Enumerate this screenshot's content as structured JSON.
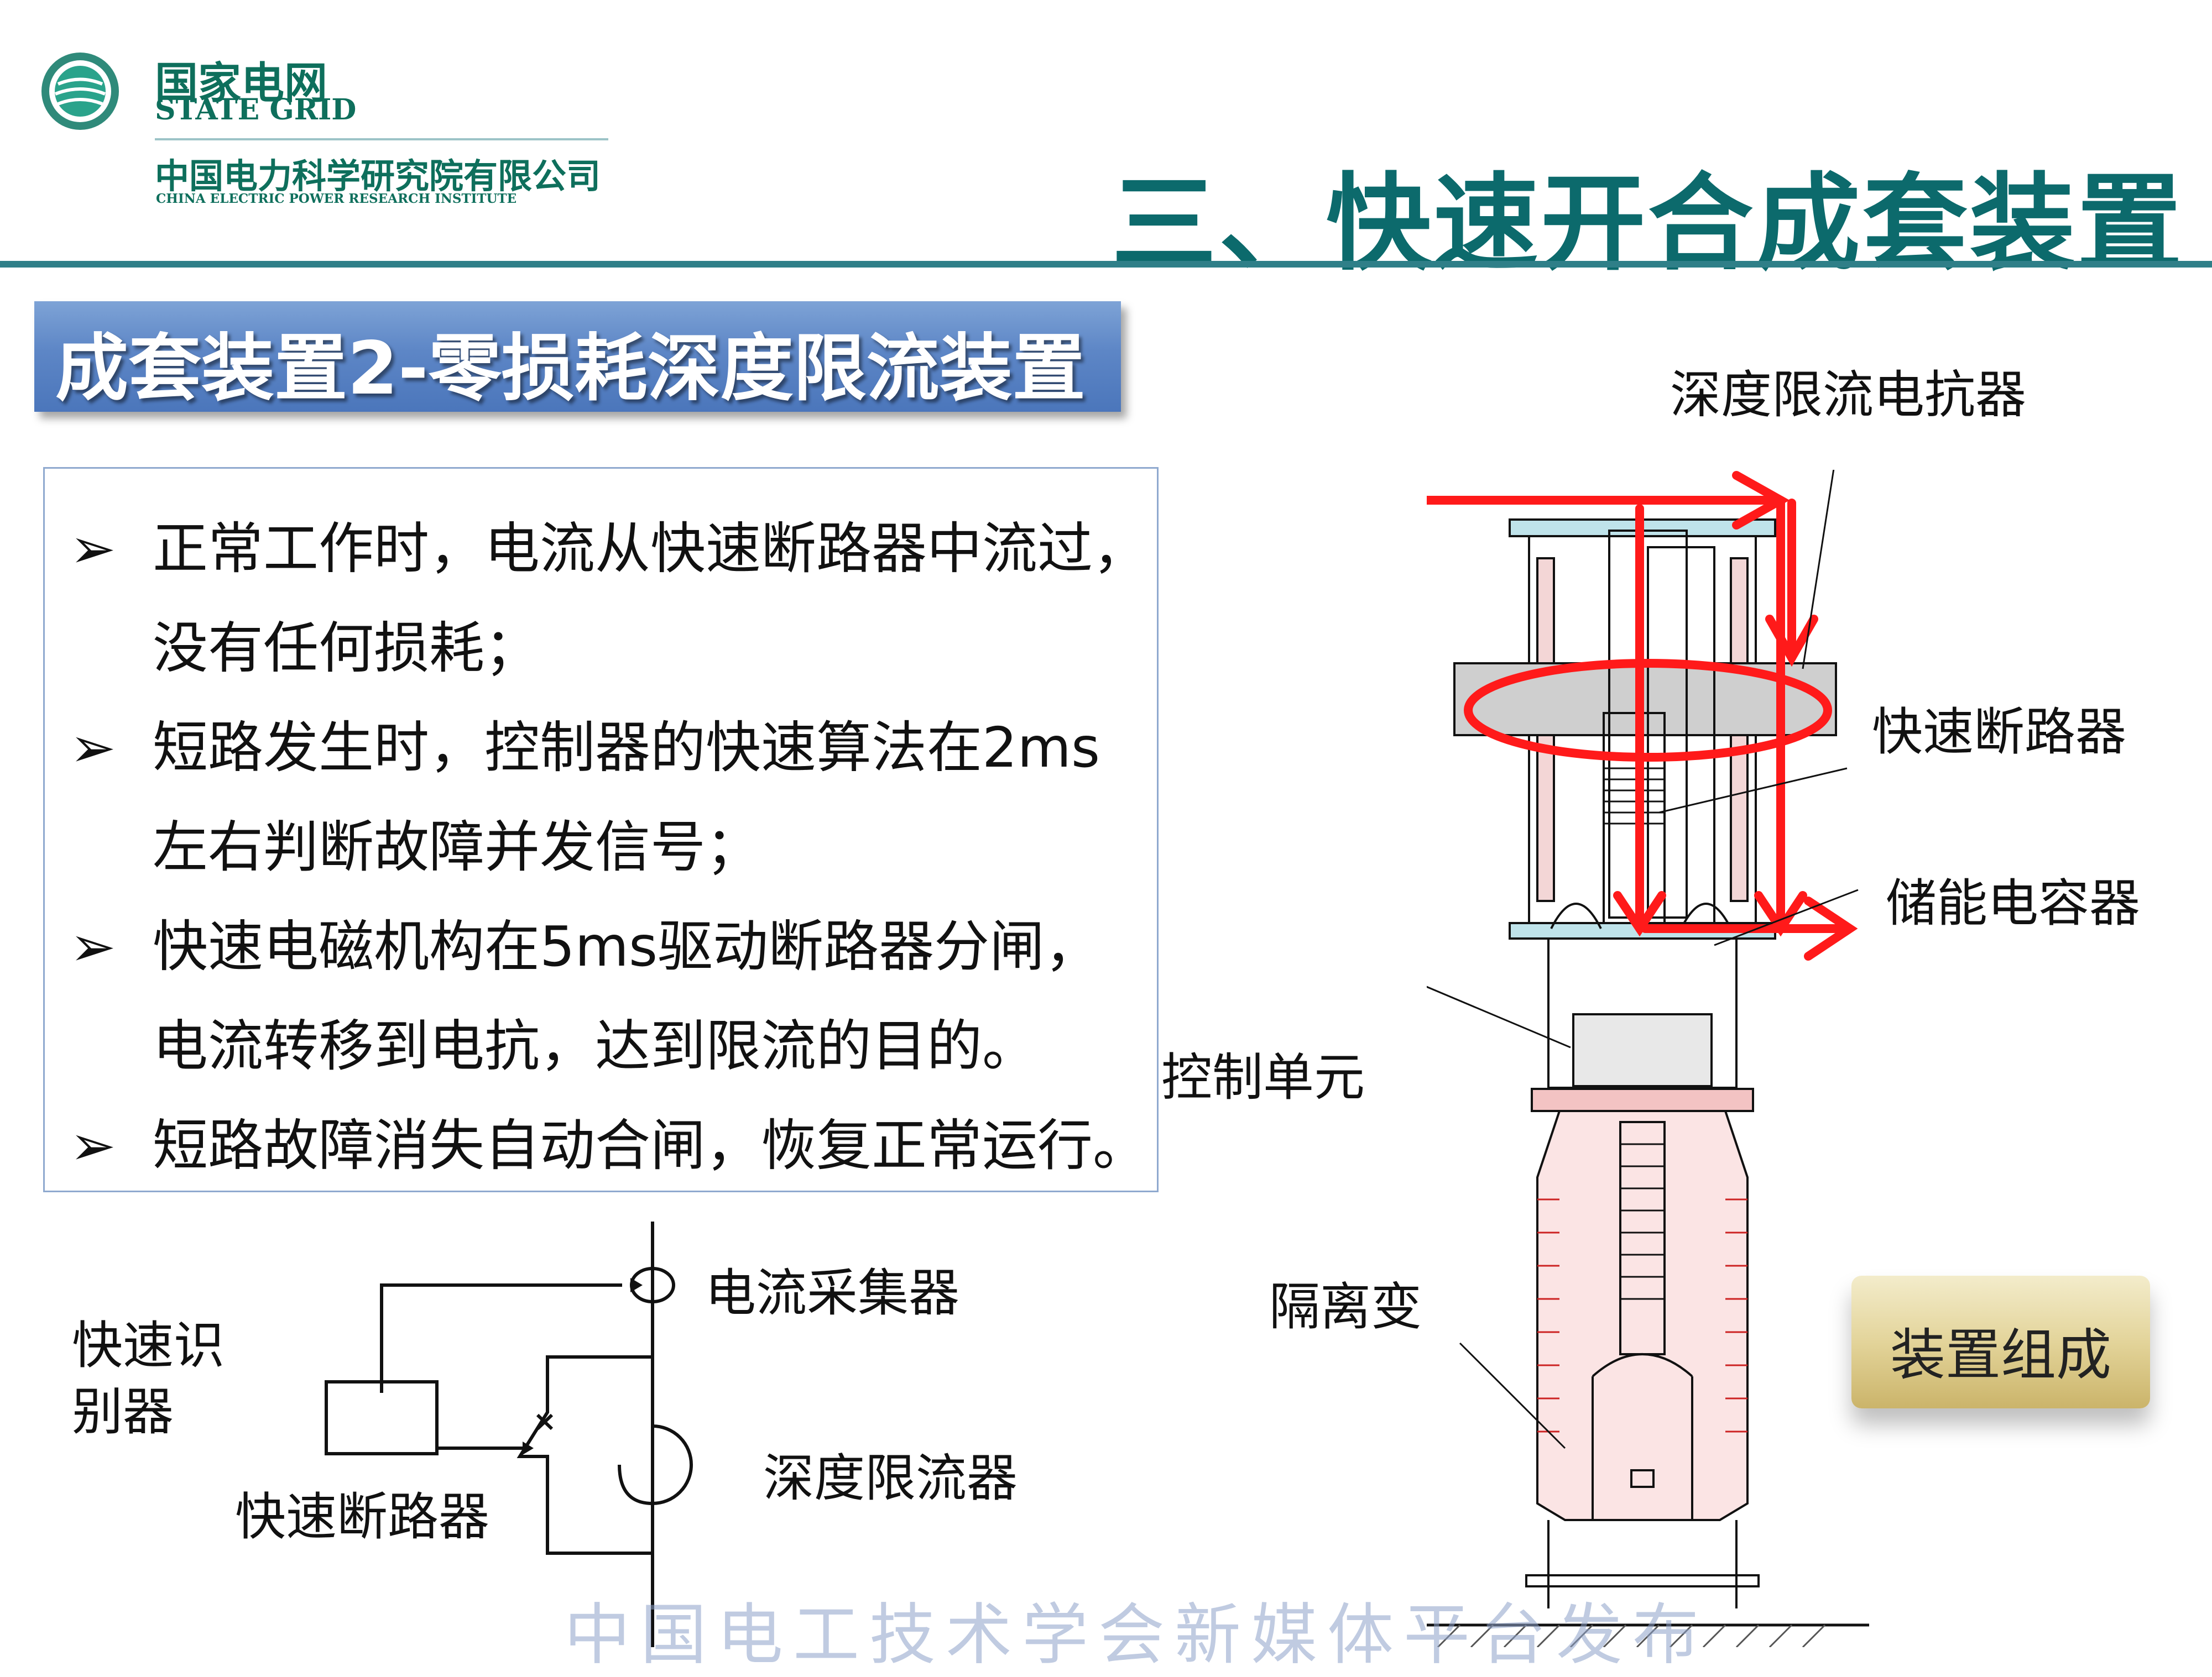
{
  "logo": {
    "cn": "国家电网",
    "en": "STATE GRID",
    "institute_cn": "中国电力科学研究院有限公司",
    "institute_en": "CHINA ELECTRIC POWER RESEARCH INSTITUTE"
  },
  "page_title": "三、快速开合成套装置",
  "section_title": "成套装置2-零损耗深度限流装置",
  "bullets": [
    "正常工作时，电流从快速断路器中流过，没有任何损耗；",
    "短路发生时，控制器的快速算法在2ms左右判断故障并发信号；",
    "快速电磁机构在5ms驱动断路器分闸，电流转移到电抗，达到限流的目的。",
    "短路故障消失自动合闸，恢复正常运行。"
  ],
  "bullet_marker": "➢",
  "circuit": {
    "identifier_label": "快速识别器",
    "collector_label": "电流采集器",
    "breaker_label": "快速断路器",
    "limiter_label": "深度限流器"
  },
  "device_labels": {
    "reactor": "深度限流电抗器",
    "fast_breaker": "快速断路器",
    "capacitor": "储能电容器",
    "control_unit": "控制单元",
    "isolation_transformer": "隔离变"
  },
  "badge": "装置组成",
  "watermark": "中国电工技术学会新媒体平台发布",
  "colors": {
    "title": "#0c6a6c",
    "rule": "#2f7f88",
    "section_bar": "#5d86c6",
    "arrow": "#ff1a1a",
    "badge": "#e3d49a"
  }
}
